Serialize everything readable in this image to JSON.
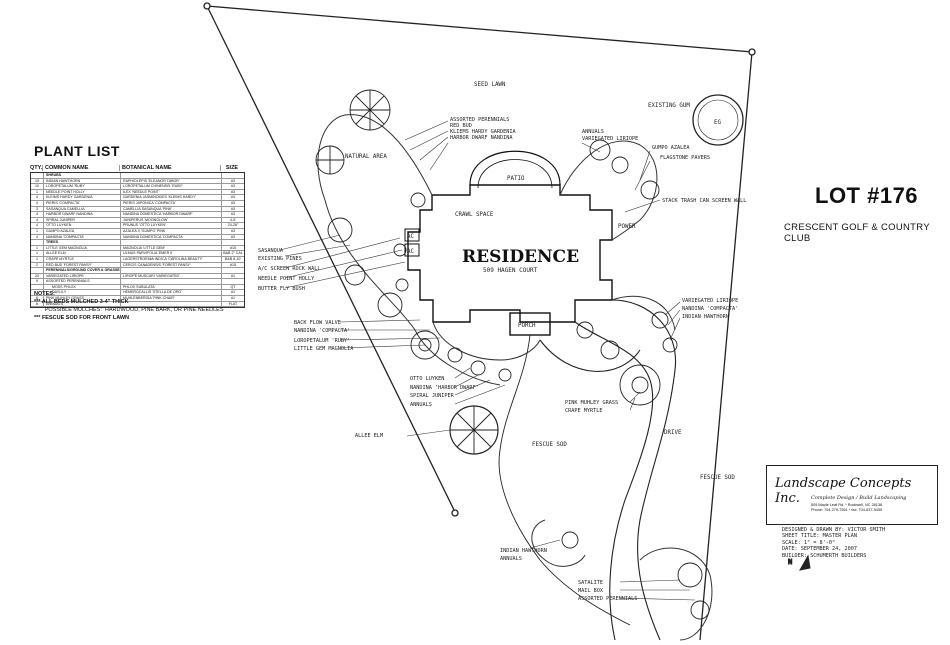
{
  "plant_list": {
    "title": "PLANT LIST",
    "headers": [
      "QTY.",
      "COMMON NAME",
      "BOTANICAL NAME",
      "SIZE"
    ],
    "rows": [
      {
        "q": "",
        "c": "SHRUBS",
        "b": "",
        "s": "",
        "cat": true
      },
      {
        "q": "15",
        "c": "INDIAN HAWTHORN",
        "b": "RAPHIOLEPIS 'ELEANOR TABOR'",
        "s": "#3"
      },
      {
        "q": "10",
        "c": "LOROPETALUM 'RUBY'",
        "b": "LOROPETALUM CHINENSIS 'RUBY'",
        "s": "#3"
      },
      {
        "q": "1",
        "c": "NEEDLE POINT HOLLY",
        "b": "ILEX 'NEEDLE POINT'",
        "s": "#3"
      },
      {
        "q": "4",
        "c": "KLEIMS HARDY GARDENIA",
        "b": "GARDENIA JASMINOIDES 'KLEIMS HARDY'",
        "s": "#3"
      },
      {
        "q": "4",
        "c": "PIERIS 'COMPACTA'",
        "b": "PIERIS JAPONICA 'COMPACTA'",
        "s": "#3"
      },
      {
        "q": "3",
        "c": "SASANQUA CAMELLIA",
        "b": "CAMELLIA SASANQUA 'PINK'",
        "s": "#3"
      },
      {
        "q": "4",
        "c": "HARBOR DWARF NANDINA",
        "b": "NANDINA DOMESTICA 'HARBOR DWARF'",
        "s": "#3"
      },
      {
        "q": "4",
        "c": "SPIRAL JUNIPER",
        "b": "JUNIPERUS 'MOONGLOW'",
        "s": "4-5'"
      },
      {
        "q": "4",
        "c": "OTTO LUYKEN",
        "b": "PRUNUS 'OTTO LUYKEN'",
        "s": "24-28\""
      },
      {
        "q": "1",
        "c": "GUMPO AZALEA",
        "b": "AZALEA X 'GUMPO' PINK",
        "s": "#3"
      },
      {
        "q": "4",
        "c": "NANDINA 'COMPACTA'",
        "b": "NANDINA DOMESTICA 'COMPACTA'",
        "s": "#3"
      },
      {
        "q": "",
        "c": "TREES",
        "b": "",
        "s": "",
        "cat": true
      },
      {
        "q": "1",
        "c": "LITTLE GEM MAGNOLIA",
        "b": "MAGNOLIA 'LITTLE GEM'",
        "s": "#15"
      },
      {
        "q": "1",
        "c": "ALLEE ELM",
        "b": "ULMUS PARVIFOLIA 'EMER II'",
        "s": "B&B 2\" CAL"
      },
      {
        "q": "1",
        "c": "CRAPE MYRTLE",
        "b": "LAGERSTROEMIA INDICA 'CAROLINA BEAUTY'",
        "s": "B&B 8-10'"
      },
      {
        "q": "2",
        "c": "RED BUD 'FOREST PANSY'",
        "b": "CERCIS CANADENSIS 'FOREST PANSY'",
        "s": "#15"
      },
      {
        "q": "",
        "c": "PERENNIALS/GROUND COVER & GRASSES",
        "b": "",
        "s": "",
        "cat": true
      },
      {
        "q": "20",
        "c": "VARIEGATED LIRIOPE",
        "b": "LIRIOPE MUSCARI 'VARIEGATED'",
        "s": "#1"
      },
      {
        "q": "9",
        "c": "ASSORTED PERENNIALS",
        "b": "",
        "s": ""
      },
      {
        "q": "",
        "c": "      MOSS PHLOX",
        "b": "PHLOX SUBULATA",
        "s": "QT"
      },
      {
        "q": "",
        "c": "      DAYLILY",
        "b": "HEMEROCALLIS 'STELLA DE ORO'",
        "s": "#1"
      },
      {
        "q": "6",
        "c": "PINK MUHLEY GRASS",
        "b": "MUHLENBERGIA 'PINK CHAIR'",
        "s": "#1"
      },
      {
        "q": "8",
        "c": "ANNUALS",
        "b": "",
        "s": "FLAT"
      }
    ]
  },
  "notes": {
    "title": "NOTES:",
    "lines": [
      "*** ALL BEDS MULCHED 3-4\" THICK",
      "       POSSIBLE MULCHES:  HARDWOOD, PINE BARK, OR PINE NEEDLES",
      "*** FESCUE SOD FOR FRONT LAWN"
    ]
  },
  "lot": {
    "number": "LOT #176",
    "club": "CRESCENT GOLF & COUNTRY CLUB"
  },
  "house": {
    "title": "RESIDENCE",
    "address": "509 HAGEN COURT"
  },
  "labels": {
    "seed_lawn": "SEED LAWN",
    "natural_area": "NATURAL AREA",
    "patio": "PATIO",
    "crawl_space": "CRAWL SPACE",
    "porch": "PORCH",
    "power": "POWER",
    "drive": "DRIVE",
    "fescue_sod_front": "FESCUE SOD",
    "fescue_sod_right": "FESCUE SOD",
    "existing_gum": "EXISTING GUM",
    "eg": "EG",
    "ac1": "AC",
    "ac2": "AC",
    "north": "N"
  },
  "callouts": {
    "assorted_perennials_top": "ASSORTED PERENNIALS",
    "red_bud": "RED BUD",
    "kliems_gardenia": "KLIEMS HARDY GARDENIA",
    "harbor_nandina": "HARBOR DWARF NANDINA",
    "annuals_top": "ANNUALS",
    "variegated_liriope_top": "VARIEGATED LIRIOPE",
    "gumpo_azalea": "GUMPO AZALEA",
    "flagstone_pavers": "FLAGSTONE PAVERS",
    "stack_trash": "STACK TRASH CAN SCREEN WALL",
    "sasanqua": "SASANQUA",
    "existing_pines": "EXISTING PINES",
    "ac_screen": "A/C SCREEN ROCK WALL",
    "needle_point": "NEEDLE POINT HOLLY",
    "butterfly_bush": "BUTTER FLY BUSH",
    "backflow": "BACK FLOW VALVE",
    "nandina_compacta_left": "NANDINA 'COMPACTA'",
    "loropetalum": "LOROPETALUM 'RUBY'",
    "little_gem": "LITTLE GEM MAGNOLIA",
    "variegated_liriope_right": "VARIEGATED LIRIOPE",
    "nandina_compacta_right": "NANDINA 'COMPACTA'",
    "indian_hawthorn_right": "INDIAN HAWTHORN",
    "otto_luyken": "OTTO LUYKEN",
    "nandina_harbor_dwarf": "NANDINA 'HARBOR DWARF'",
    "spiral_juniper": "SPIRAL JUNIPER",
    "annuals_front": "ANNUALS",
    "pink_muhley": "PINK MUHLEY GRASS",
    "crape_myrtle": "CRAPE MYRTLE",
    "allee_elm": "ALLEE ELM",
    "indian_hawthorn_bottom": "INDIAN HAWTHORN",
    "annuals_bottom": "ANNUALS",
    "satalite": "SATALITE",
    "mail_box": "MAIL BOX",
    "assorted_perennials_bottom": "ASSORTED PERENNIALS"
  },
  "company": {
    "name": "Landscape Concepts Inc.",
    "tagline": "Complete Design / Build Landscaping",
    "address": "505 Maple Leaf Rd. * Rockwell, NC 28138",
    "phone": "Phone: 704-279-7561 * fax: 704-637-9435"
  },
  "credits": [
    "DESIGNED & DRAWN BY: VICTOR SMITH",
    "SHEET TITLE: MASTER PLAN",
    "SCALE: 1\" = 8'-0\"",
    "DATE: SEPTEMBER 24, 2007",
    "BUILDER: SCHUMERTH BUILDERS"
  ]
}
